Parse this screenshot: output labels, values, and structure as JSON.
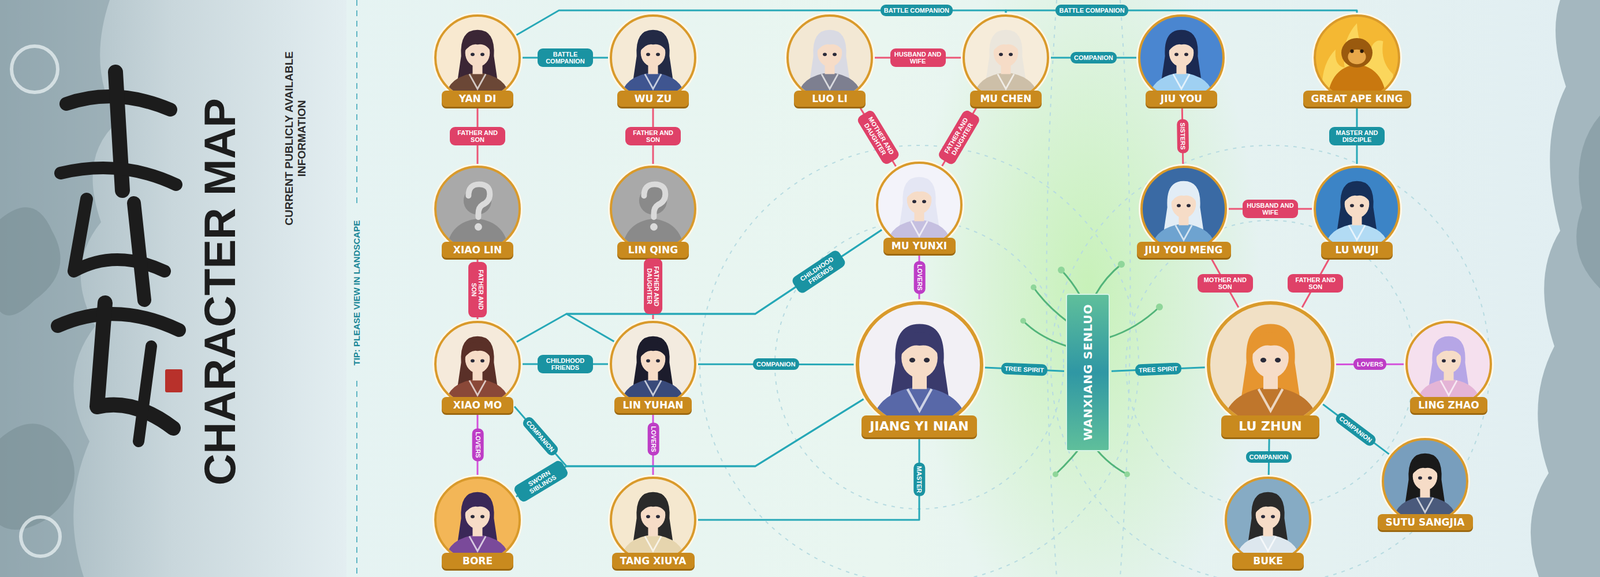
{
  "diagram": {
    "title": "CHARACTER MAP",
    "nodes": [
      {
        "text": [
          "YAN DI"
        ]
      },
      {
        "text": [
          "WU ZU"
        ]
      },
      {
        "text": [
          "LUO LI"
        ]
      },
      {
        "text": [
          "MU CHEN"
        ]
      },
      {
        "text": [
          "JIU YOU"
        ]
      },
      {
        "text": [
          "GREAT APE KING"
        ]
      },
      {
        "text": [
          "XIAO LIN"
        ]
      },
      {
        "text": [
          "LIN QING"
        ]
      },
      {
        "text": [
          "MU YUNXI"
        ]
      },
      {
        "text": [
          "JIU YOU MENG"
        ]
      },
      {
        "text": [
          "LU WUJI"
        ]
      },
      {
        "text": [
          "XIAO MO"
        ]
      },
      {
        "text": [
          "LIN YUHAN"
        ]
      },
      {
        "text": [
          "JIANG YI NIAN"
        ]
      },
      {
        "text": [
          "WANXIANG SENLUO"
        ]
      },
      {
        "text": [
          "LU ZHUN"
        ]
      },
      {
        "text": [
          "LING ZHAO"
        ]
      },
      {
        "text": [
          "BORE"
        ]
      },
      {
        "text": [
          "TANG XIUYA"
        ]
      },
      {
        "text": [
          "BUKE"
        ]
      },
      {
        "text": [
          "SUTU SANGJIA"
        ]
      }
    ],
    "edges": [
      {
        "from": 0,
        "to": 1,
        "arrow": "none",
        "label": "BATTLE COMPANION"
      },
      {
        "from": 0,
        "to": 3,
        "arrow": "none",
        "label": "BATTLE COMPANION"
      },
      {
        "from": 3,
        "to": 5,
        "arrow": "none",
        "label": "BATTLE COMPANION"
      },
      {
        "from": 0,
        "to": 6,
        "arrow": "none",
        "label": "FATHER AND SON"
      },
      {
        "from": 1,
        "to": 7,
        "arrow": "none",
        "label": "FATHER AND SON"
      },
      {
        "from": 6,
        "to": 11,
        "arrow": "none",
        "label": "FATHER AND SON"
      },
      {
        "from": 7,
        "to": 12,
        "arrow": "none",
        "label": "FATHER AND DAUGHTER"
      },
      {
        "from": 2,
        "to": 3,
        "arrow": "none",
        "label": "HUSBAND AND WIFE"
      },
      {
        "from": 2,
        "to": 8,
        "arrow": "none",
        "label": "MOTHER AND DAUGHTER"
      },
      {
        "from": 3,
        "to": 8,
        "arrow": "none",
        "label": "FATHER AND DAUGHTER"
      },
      {
        "from": 3,
        "to": 4,
        "arrow": "none",
        "label": "COMPANION"
      },
      {
        "from": 4,
        "to": 9,
        "arrow": "none",
        "label": "SISTERS"
      },
      {
        "from": 5,
        "to": 10,
        "arrow": "none",
        "label": "MASTER AND DISCIPLE"
      },
      {
        "from": 9,
        "to": 10,
        "arrow": "none",
        "label": "HUSBAND AND WIFE"
      },
      {
        "from": 9,
        "to": 15,
        "arrow": "none",
        "label": "MOTHER AND SON"
      },
      {
        "from": 10,
        "to": 15,
        "arrow": "none",
        "label": "FATHER AND SON"
      },
      {
        "from": 8,
        "to": 13,
        "arrow": "none",
        "label": "LOVERS"
      },
      {
        "from": 11,
        "to": 8,
        "arrow": "none",
        "label": "CHILDHOOD FRIENDS"
      },
      {
        "from": 12,
        "to": 8,
        "arrow": "none"
      },
      {
        "from": 11,
        "to": 12,
        "arrow": "none",
        "label": "CHILDHOOD FRIENDS"
      },
      {
        "from": 12,
        "to": 13,
        "arrow": "none",
        "label": "COMPANION"
      },
      {
        "from": 11,
        "to": 17,
        "arrow": "none",
        "label": "LOVERS"
      },
      {
        "from": 12,
        "to": 18,
        "arrow": "none",
        "label": "LOVERS"
      },
      {
        "from": 11,
        "to": 13,
        "arrow": "none",
        "label": "COMPANION"
      },
      {
        "from": 17,
        "to": 13,
        "arrow": "none",
        "label": "SWORN SIBLINGS"
      },
      {
        "from": 13,
        "to": 18,
        "arrow": "none",
        "label": "MASTER"
      },
      {
        "from": 13,
        "to": 14,
        "arrow": "none",
        "label": "TREE SPIRIT"
      },
      {
        "from": 15,
        "to": 14,
        "arrow": "none",
        "label": "TREE SPIRIT"
      },
      {
        "from": 15,
        "to": 16,
        "arrow": "none",
        "label": "LOVERS"
      },
      {
        "from": 15,
        "to": 19,
        "arrow": "none",
        "label": "COMPANION"
      },
      {
        "from": 15,
        "to": 20,
        "arrow": "none",
        "label": "COMPANION"
      }
    ],
    "labels": [
      "CURRENT PUBLICLY AVAILABLE INFORMATION",
      "TIP: PLEASE VIEW IN LANDSCAPE"
    ]
  }
}
